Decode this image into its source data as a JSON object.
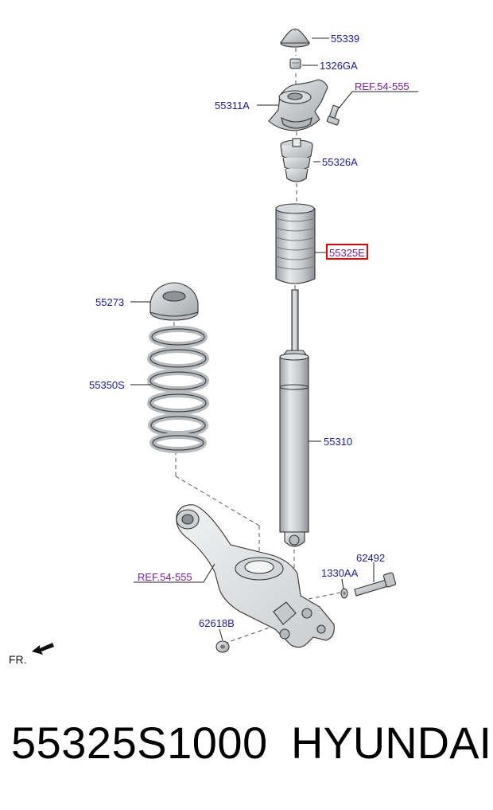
{
  "diagram": {
    "labels": {
      "l55339": "55339",
      "l1326ga": "1326GA",
      "l55311a": "55311A",
      "lref_top": "REF.54-555",
      "l55326a": "55326A",
      "l55325e": "55325E",
      "l55273": "55273",
      "l55350s": "55350S",
      "l55310": "55310",
      "l62492": "62492",
      "l1330aa": "1330AA",
      "lref_bottom": "REF.54-555",
      "l62618b": "62618B",
      "fr": "FR."
    },
    "highlight_color": "#e00000",
    "label_color": "#1a1a9a",
    "ref_color": "#7a1fa0"
  },
  "caption": {
    "part_number": "55325S1000",
    "brand": "HYUNDAI"
  }
}
